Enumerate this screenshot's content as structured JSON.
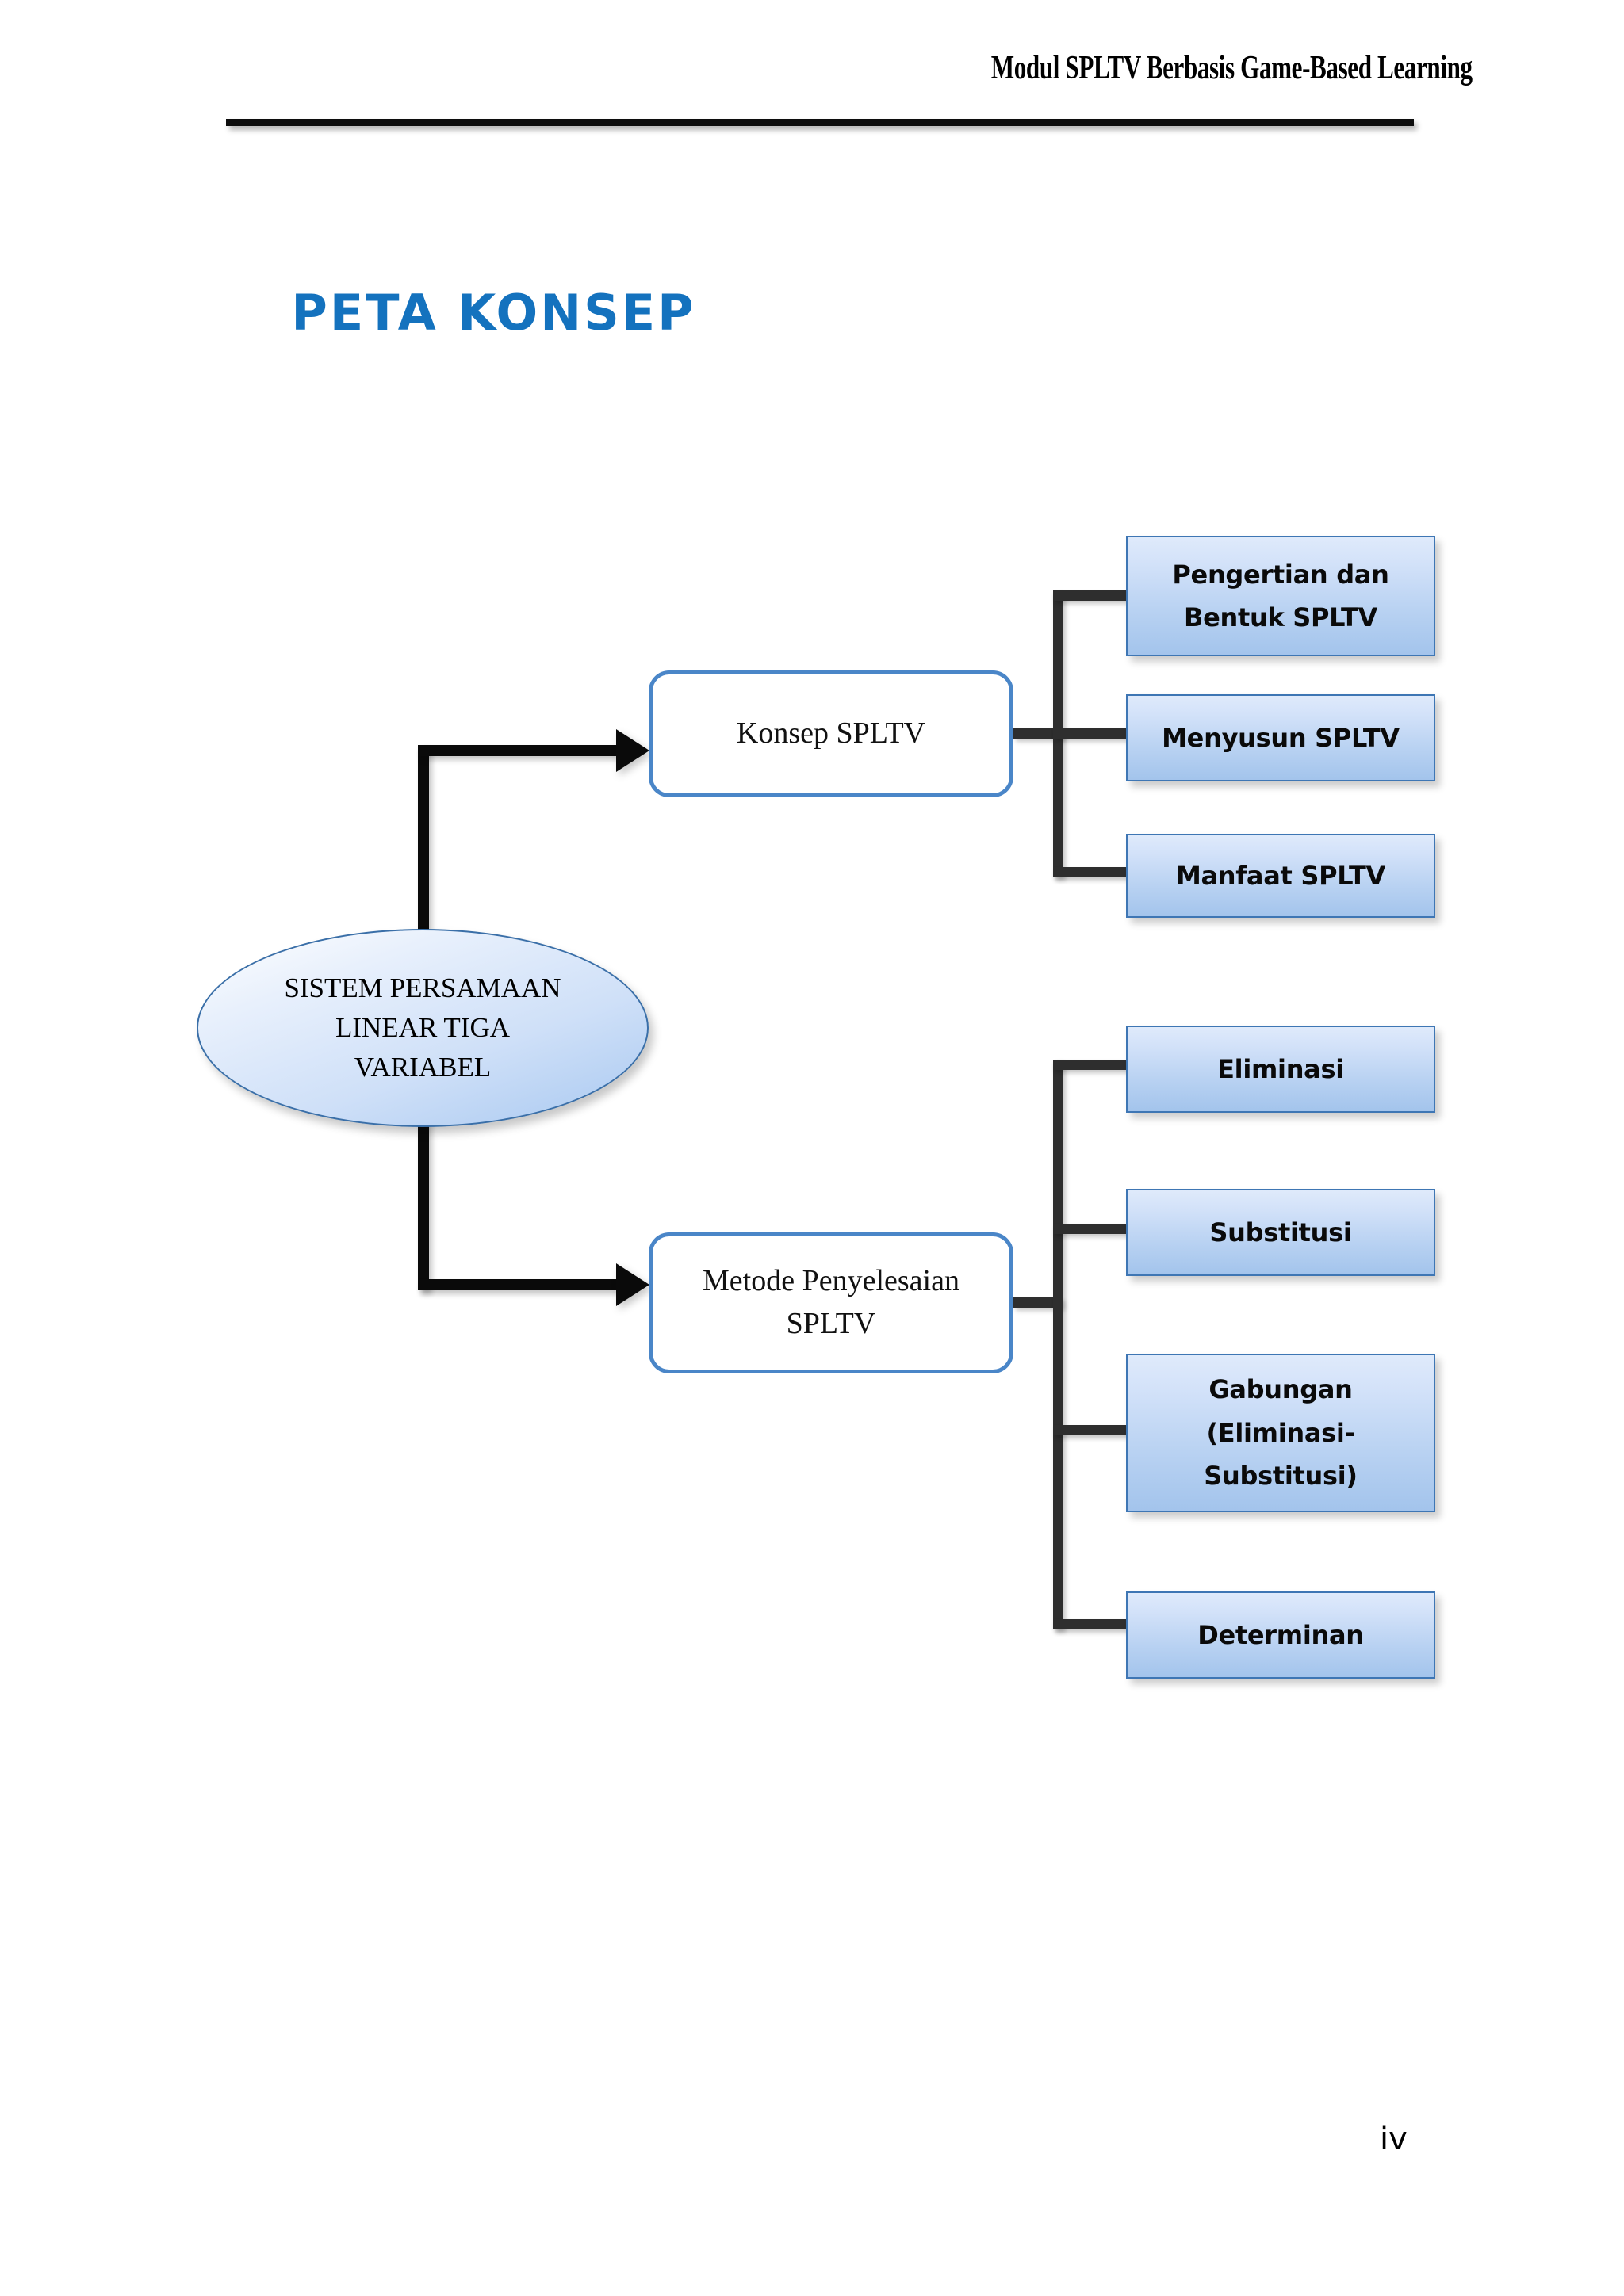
{
  "document": {
    "running_header": "Modul SPLTV Berbasis Game-Based Learning",
    "page_number": "iv",
    "title": "PETA KONSEP"
  },
  "colors": {
    "title_blue": "#1472BE",
    "node_border_blue": "#4A86C8",
    "box_border_blue": "#3E76B4",
    "box_fill_top": "#DFEAFB",
    "box_fill_bottom": "#A3C4EC",
    "connector_black": "#0A0A0A",
    "bracket_gray": "#2E2E2E",
    "ellipse_border": "#3A6FA8"
  },
  "concept_map": {
    "root": {
      "label": "SISTEM PERSAMAAN\nLINEAR TIGA\nVARIABEL",
      "shape": "ellipse"
    },
    "branches": [
      {
        "label": "Konsep SPLTV",
        "shape": "rounded-rectangle",
        "children": [
          {
            "label": "Pengertian dan\nBentuk SPLTV"
          },
          {
            "label": "Menyusun SPLTV"
          },
          {
            "label": "Manfaat SPLTV"
          }
        ]
      },
      {
        "label": "Metode Penyelesaian\nSPLTV",
        "shape": "rounded-rectangle",
        "children": [
          {
            "label": "Eliminasi"
          },
          {
            "label": "Substitusi"
          },
          {
            "label": "Gabungan\n(Eliminasi-\nSubstitusi)"
          },
          {
            "label": "Determinan"
          }
        ]
      }
    ]
  }
}
